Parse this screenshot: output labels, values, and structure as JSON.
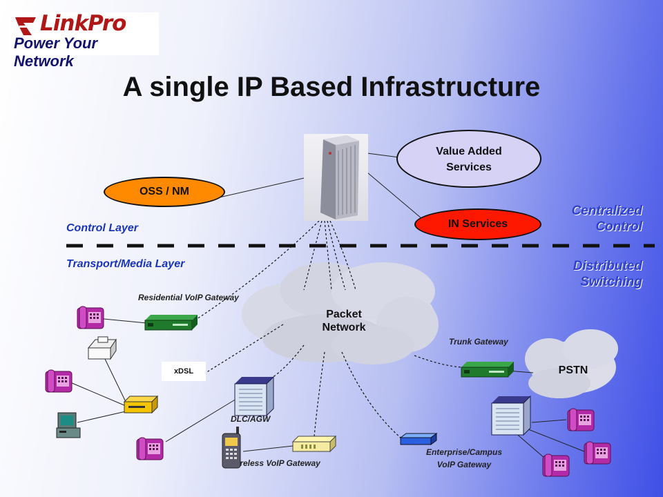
{
  "logo": {
    "brand": "LinkPro",
    "tagline": "Power Your Network",
    "brand_color": "#b01818"
  },
  "title": "A single IP Based Infrastructure",
  "layers": {
    "control": "Control Layer",
    "transport": "Transport/Media Layer"
  },
  "side_labels": {
    "top": [
      "Centralized",
      "Control"
    ],
    "bottom": [
      "Distributed",
      "Switching"
    ]
  },
  "ovals": {
    "oss": "OSS / NM",
    "vas": [
      "Value Added",
      "Services"
    ],
    "in": "IN Services"
  },
  "clouds": {
    "packet": [
      "Packet",
      "Network"
    ],
    "pstn": "PSTN"
  },
  "labels": {
    "residential": "Residential VoIP Gateway",
    "trunk": "Trunk Gateway",
    "xdsl": "xDSL",
    "dlc": "DLC/AGW",
    "wireless": "ireless VoIP Gateway",
    "enterprise": [
      "Enterprise/Campus",
      "VoIP Gateway"
    ]
  },
  "colors": {
    "accent_text": "#1a35b8",
    "oss_fill": "#ff8a00",
    "in_fill": "#ff1800",
    "vas_fill": "#d6d2f6",
    "phone": "#c030b0",
    "gateway": "#1f7a2c"
  }
}
